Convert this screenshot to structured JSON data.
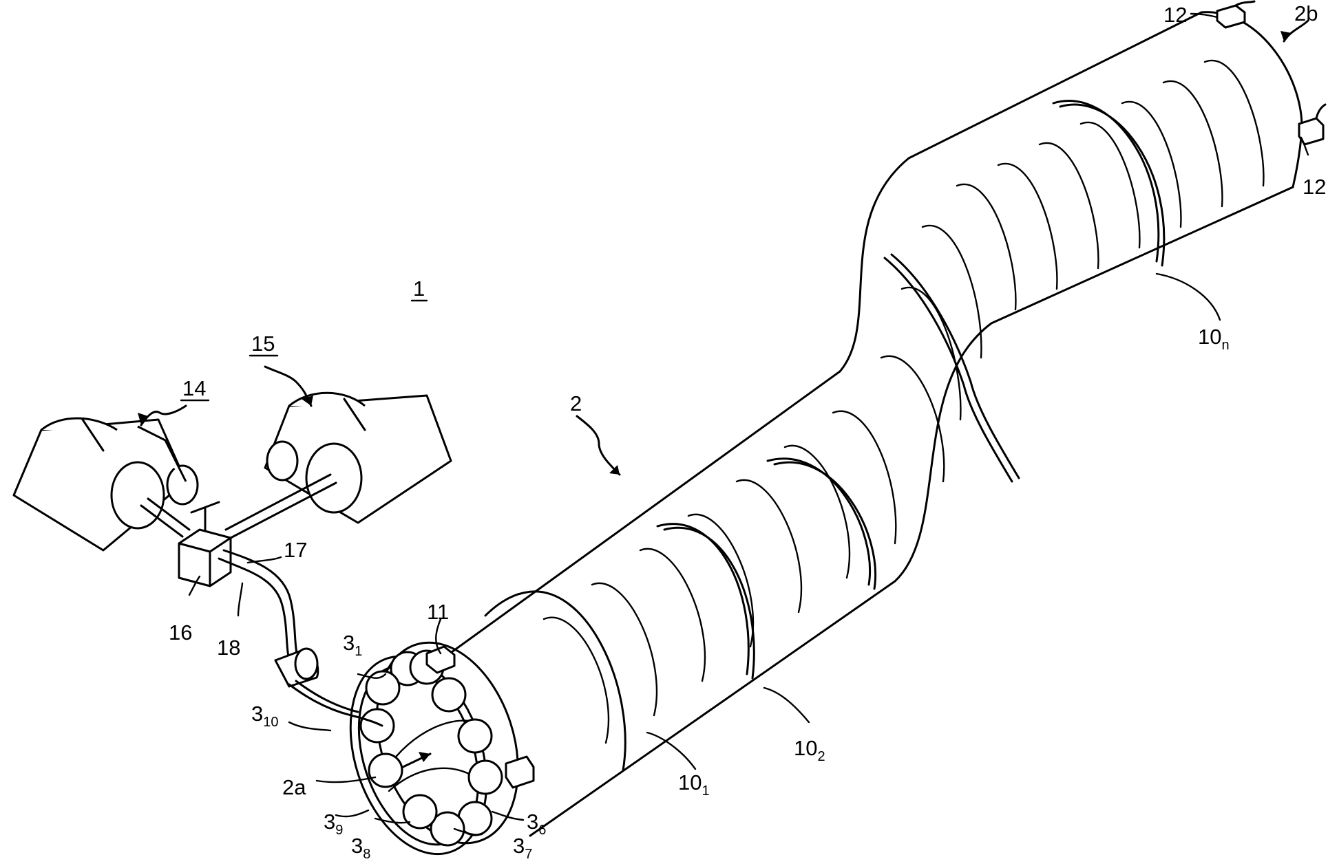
{
  "labels": {
    "system": "1",
    "tube": "2",
    "end_a": "2a",
    "end_b": "2b",
    "roller_1_base": "3",
    "roller_1_sub": "1",
    "roller_6_base": "3",
    "roller_6_sub": "6",
    "roller_7_base": "3",
    "roller_7_sub": "7",
    "roller_8_base": "3",
    "roller_8_sub": "8",
    "roller_9_base": "3",
    "roller_9_sub": "9",
    "roller_10_base": "3",
    "roller_10_sub": "10",
    "band_1_base": "10",
    "band_1_sub": "1",
    "band_2_base": "10",
    "band_2_sub": "2",
    "band_n_base": "10",
    "band_n_sub": "n",
    "sensor": "11",
    "clamp_top": "12",
    "clamp_side": "12",
    "source_a": "14",
    "source_b": "15",
    "junction": "16",
    "hose": "17",
    "valve": "18"
  }
}
